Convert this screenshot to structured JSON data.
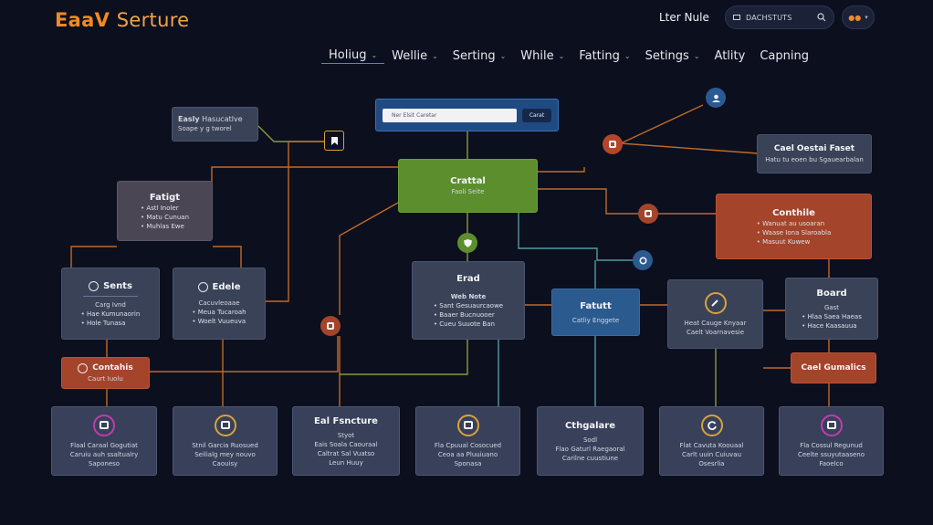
{
  "header": {
    "brand_main": "EaaV",
    "brand_tail": "Serture",
    "user_label": "Lter Nule",
    "search_text": "DACHSTUTS"
  },
  "nav": [
    {
      "label": "Holiug",
      "chevron": true,
      "active": true
    },
    {
      "label": "Wellie",
      "chevron": true
    },
    {
      "label": "Serting",
      "chevron": true
    },
    {
      "label": "While",
      "chevron": true
    },
    {
      "label": "Fatting",
      "chevron": true
    },
    {
      "label": "Setings",
      "chevron": true
    },
    {
      "label": "Atlity",
      "chevron": false
    },
    {
      "label": "Capning",
      "chevron": false
    }
  ],
  "colors": {
    "background": "#0c0f1e",
    "brand": "#f08a24",
    "wire_orange": "#c06a28",
    "wire_teal": "#4f9ba0",
    "wire_olive": "#8a9a3a",
    "green_node": "#5c8e2e",
    "rust_node": "#a4442a",
    "blue_node": "#2b5a8e",
    "slate_node": "#3a4258"
  },
  "top_search": {
    "placeholder": "Ner Elsit Caretar",
    "button": "Carat"
  },
  "nodes": {
    "easly": {
      "title": "Easly",
      "line1": "Hasucatlve",
      "line2": "Soape y g tworel"
    },
    "central": {
      "title": "Crattal",
      "sub": "Faoli Seite"
    },
    "cael_right": {
      "title": "Cael Oestai Faset",
      "sub": "Hatu tu eoen bu Sgauearbalan"
    },
    "fatigt": {
      "title": "Fatigt",
      "bullets": [
        "Astl Inoler",
        "Matu Cunuan",
        "Muhlas Ewe"
      ]
    },
    "conthe": {
      "title": "Conthile",
      "bullets": [
        "Wanuat au usoaran",
        "Waase Iona Slaroabla",
        "Masuut Kuwew"
      ]
    },
    "sents": {
      "title": "Sents",
      "line1": "Carg Ivnd",
      "bullets": [
        "Hae Kumunaorin",
        "Hole Tunasa"
      ]
    },
    "edele": {
      "title": "Edele",
      "line1": "Cacuvleoaae",
      "bullets": [
        "Meua Tucaroah",
        "Woelt Vuueuva"
      ]
    },
    "erad": {
      "title": "Erad",
      "line1": "Web Note",
      "bullets": [
        "Sant Gesuaurcaowe",
        "Baaer Bucnuooer",
        "Cueu Suuote Ban"
      ]
    },
    "fatutt": {
      "title": "Fatutt",
      "sub": "Catliy Enggete"
    },
    "mid_right": {
      "line1": "Heat Cauge Knyaar",
      "line2": "Caelt Voarnavesie"
    },
    "board": {
      "title": "Board",
      "line1": "Gast",
      "bullets": [
        "Hlaa Saea Haeas",
        "Hace Kaasauua"
      ]
    },
    "contahs": {
      "title": "Contahis",
      "sub": "Caurt Iuolu"
    },
    "cael_gumalics": {
      "title": "Cael Gumalics"
    },
    "card1": {
      "line1": "Flaal Caraal Gogutiat",
      "line2": "Caruiu auh ssaltualry",
      "line3": "Saponeso"
    },
    "card2": {
      "line1": "Stnil Garcia Ruosued",
      "line2": "Seilialg mey nouvo",
      "line3": "Caouisy"
    },
    "card3": {
      "title": "Eal Fsncture",
      "line1": "Styot",
      "line2": "Eais Soala Caouraal",
      "line3": "Caltrat Sal Vuatso",
      "line4": "Leun Huuy"
    },
    "card4": {
      "line1": "Fla Cpuual Cosocued",
      "line2": "Ceoa aa Pluuiuano",
      "line3": "Sponasa"
    },
    "card5": {
      "title": "Cthgalare",
      "line1": "Sodl",
      "line2": "Flao Gaturl Raegaoral",
      "line3": "Carilne cuustiune"
    },
    "card6": {
      "line1": "Flat Cavuta Koouaal",
      "line2": "Carlt uuin Cuiuvau",
      "line3": "Osesrlia"
    },
    "card7": {
      "line1": "Fla Cossul Regunud",
      "line2": "Ceelte ssuyutaaseno",
      "line3": "Faoelco"
    }
  }
}
